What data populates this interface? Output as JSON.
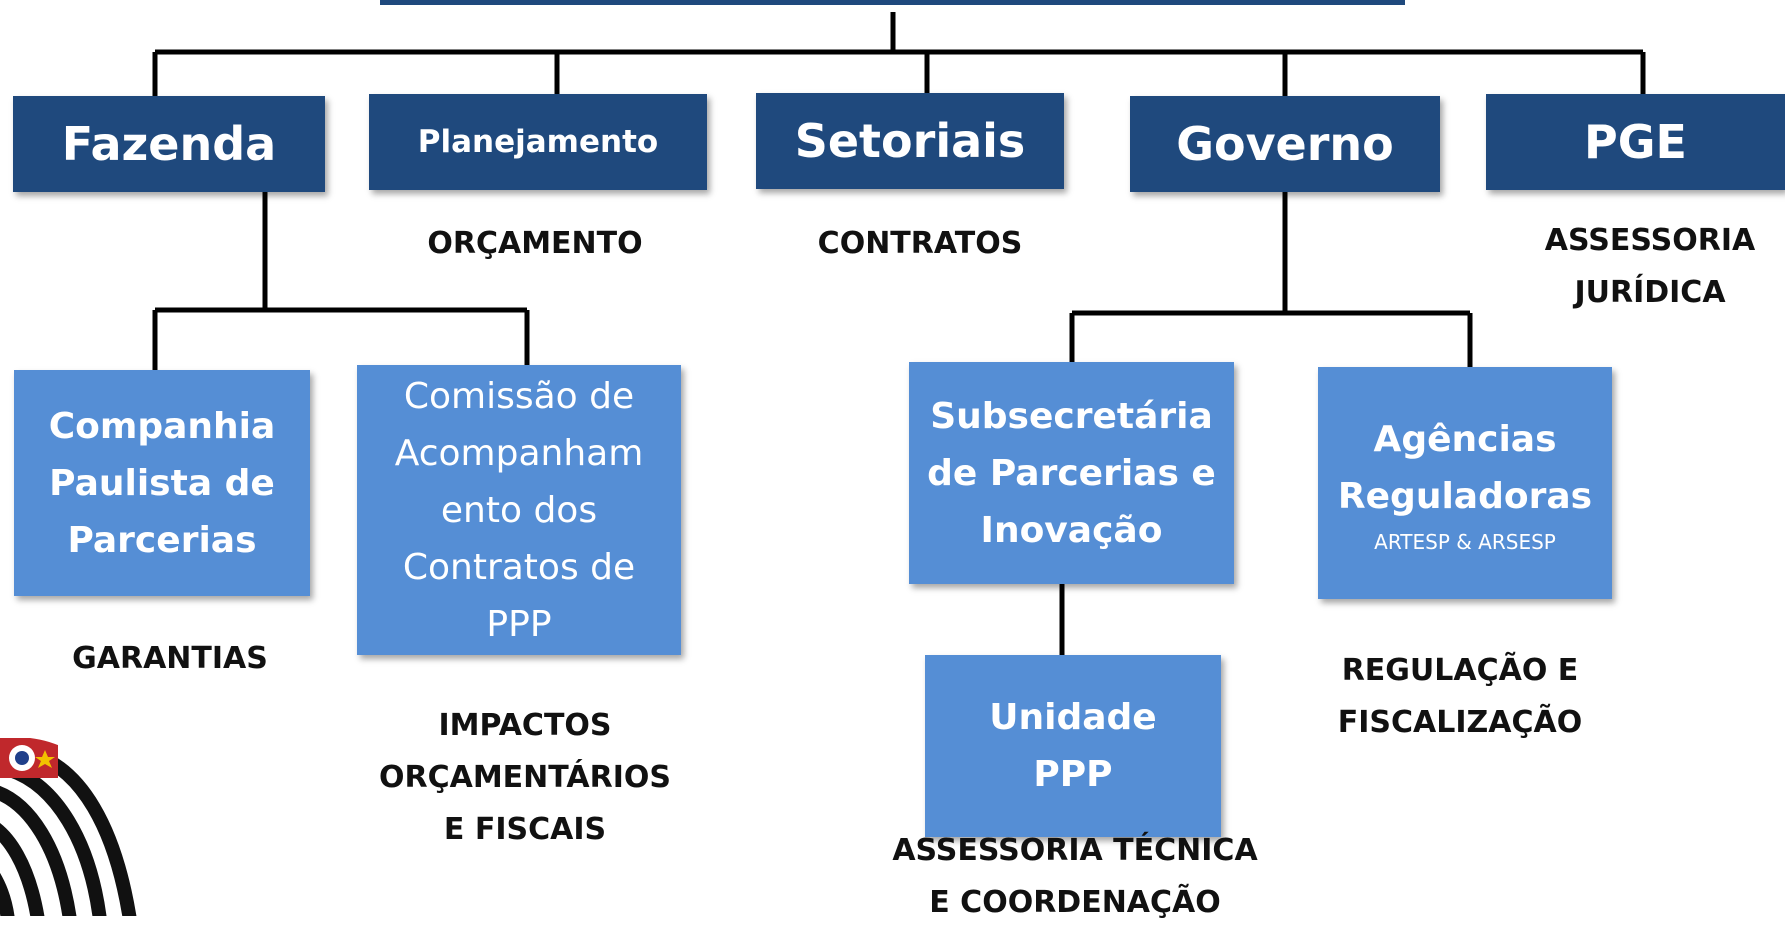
{
  "top_units": [
    {
      "id": "fazenda",
      "label": "Fazenda"
    },
    {
      "id": "planejamento",
      "label": "Planejamento"
    },
    {
      "id": "setoriais",
      "label": "Setoriais"
    },
    {
      "id": "governo",
      "label": "Governo"
    },
    {
      "id": "pge",
      "label": "PGE"
    }
  ],
  "top_roles": {
    "planejamento": "ORÇAMENTO",
    "setoriais": "CONTRATOS",
    "pge": "ASSESSORIA\nJURÍDICA"
  },
  "sub_units": {
    "cpp": {
      "label": "Companhia\nPaulista de\nParcerias",
      "role": "GARANTIAS"
    },
    "comissao": {
      "label": "Comissão de\nAcompanham\nento dos\nContratos de\nPPP",
      "role": "IMPACTOS\nORÇAMENTÁRIOS\nE FISCAIS"
    },
    "subsecretaria": {
      "label": "Subsecretária\nde Parcerias e\nInovação"
    },
    "agencias": {
      "label": "Agências\nReguladoras",
      "note": "ARTESP & ARSESP",
      "role": "REGULAÇÃO E\nFISCALIZAÇÃO"
    },
    "unidade": {
      "label": "Unidade\nPPP",
      "role": "ASSESSORIA TÉCNICA\nE COORDENAÇÃO"
    }
  },
  "colors": {
    "dark_box": "#1f497d",
    "light_box": "#558ed5",
    "connector": "#000000"
  },
  "icons": {
    "seal": "sao-paulo-flag-seal"
  }
}
